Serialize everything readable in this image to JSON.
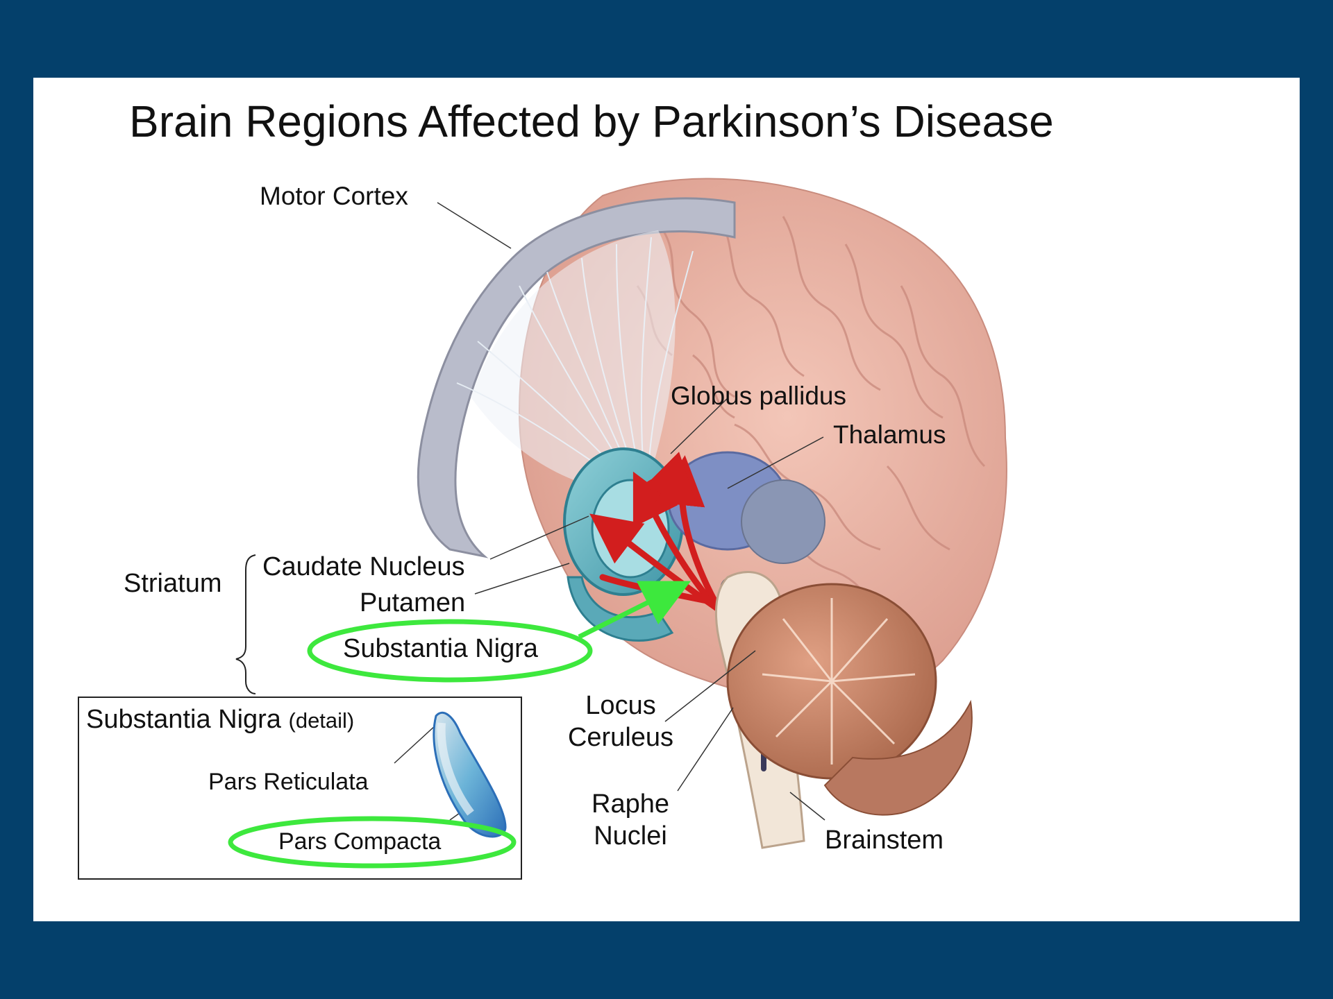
{
  "slide": {
    "title": "Brain Regions Affected by Parkinson’s Disease"
  },
  "labels": {
    "motor_cortex": "Motor Cortex",
    "globus_pallidus": "Globus pallidus",
    "thalamus": "Thalamus",
    "striatum": "Striatum",
    "caudate_nucleus": "Caudate Nucleus",
    "putamen": "Putamen",
    "substantia_nigra": "Substantia Nigra",
    "locus_ceruleus": [
      "Locus",
      "Ceruleus"
    ],
    "raphe_nuclei": [
      "Raphe",
      "Nuclei"
    ],
    "brainstem": "Brainstem"
  },
  "inset": {
    "title": "Substantia Nigra",
    "title_note": "(detail)",
    "pars_reticulata": "Pars Reticulata",
    "pars_compacta": "Pars Compacta"
  },
  "colors": {
    "background": "#04406b",
    "highlight": "#3de83d",
    "arrow_red": "#d21e1e",
    "brain_pink": "#e9b0a3",
    "basal_ganglia_teal": "#6fb8c4",
    "thalamus_blue": "#7e8fc4",
    "cerebellum": "#c98a6e"
  }
}
